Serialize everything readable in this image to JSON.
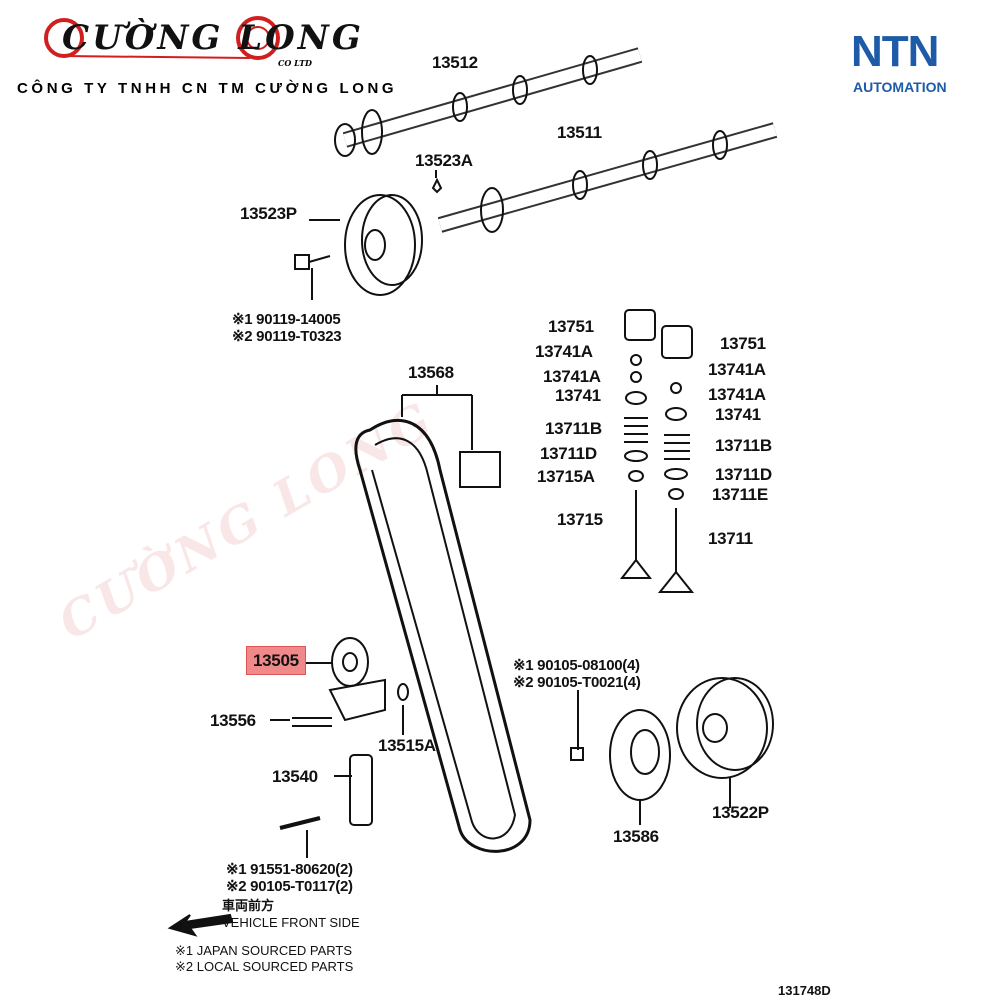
{
  "brand": {
    "logo_text": "CƯỜNG LONG",
    "logo_sub": "CO LTD",
    "company": "CÔNG TY TNHH CN TM CƯỜNG LONG",
    "partner_logo": "NTN",
    "partner_sub": "AUTOMATION",
    "accent_red": "#d11f1f",
    "partner_blue": "#1d5aa8"
  },
  "labels": {
    "camshaft_exhaust": "13512",
    "camshaft_intake": "13511",
    "pin": "13523A",
    "cam_pulley": "13523P",
    "bolt_a_1": "※1 90119-14005",
    "bolt_a_2": "※2 90119-T0323",
    "belt": "13568",
    "lifter_l": "13751",
    "lifter_r": "13751",
    "keeper_l1": "13741A",
    "keeper_l2": "13741A",
    "keeper_r1": "13741A",
    "keeper_r2": "13741A",
    "retainer_l": "13741",
    "retainer_r": "13741",
    "spring_l": "13711B",
    "spring_r": "13711B",
    "seat_l": "13711D",
    "seat_r": "13711D",
    "seal_l": "13715A",
    "seal_r": "13711E",
    "valve_exhaust": "13715",
    "valve_intake": "13711",
    "idler": "13505",
    "idler_bolt": "13556",
    "washer": "13515A",
    "tensioner": "13540",
    "bolt_b_1": "※1 91551-80620(2)",
    "bolt_b_2": "※2 90105-T0117(2)",
    "bolt_c_1": "※1 90105-08100(4)",
    "bolt_c_2": "※2 90105-T0021(4)",
    "crank_flange": "13586",
    "crank_pulley": "13522P"
  },
  "notes": {
    "front_jp": "車両前方",
    "front_en": "VEHICLE FRONT SIDE",
    "note1": "※1 JAPAN SOURCED PARTS",
    "note2": "※2 LOCAL SOURCED PARTS",
    "figure_id": "131748D"
  }
}
